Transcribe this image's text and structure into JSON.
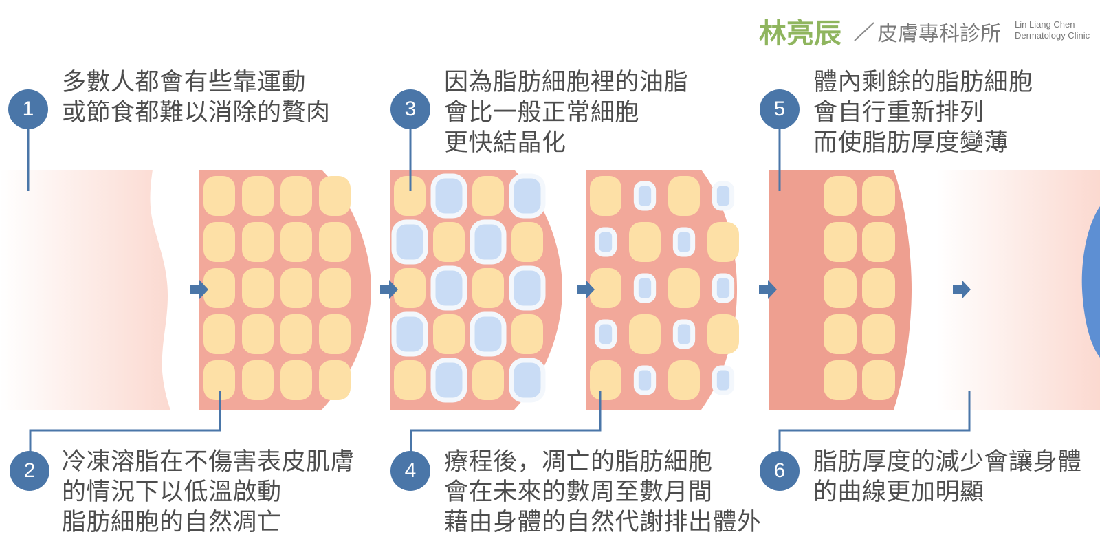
{
  "header": {
    "clinic_name": "林亮辰",
    "clinic_type": "皮膚專科診所",
    "english_line1": "Lin Liang Chen",
    "english_line2": "Dermatology Clinic"
  },
  "steps": [
    {
      "number": "1",
      "lines": [
        "多數人都會有些靠運動",
        "或節食都難以消除的贅肉"
      ]
    },
    {
      "number": "2",
      "lines": [
        "冷凍溶脂在不傷害表皮肌膚",
        "的情況下以低溫啟動",
        "脂肪細胞的自然凋亡"
      ]
    },
    {
      "number": "3",
      "lines": [
        "因為脂肪細胞裡的油脂",
        "會比一般正常細胞",
        "更快結晶化"
      ]
    },
    {
      "number": "4",
      "lines": [
        "療程後，凋亡的脂肪細胞",
        "會在未來的數周至數月間",
        "藉由身體的自然代謝排出體外"
      ]
    },
    {
      "number": "5",
      "lines": [
        "體內剩餘的脂肪細胞",
        "會自行重新排列",
        "而使脂肪厚度變薄"
      ]
    },
    {
      "number": "6",
      "lines": [
        "脂肪厚度的減少會讓身體",
        "的曲線更加明顯"
      ]
    }
  ],
  "colors": {
    "badge": "#4a76a8",
    "connector": "#4a76a8",
    "fat_cell": "#fde0a6",
    "tissue": "#f2a89a",
    "tissue_dark": "#ee9f90",
    "skin_light": "#fde4de",
    "crystal_border": "#f3f7fc",
    "crystal_fill": "#c9dcf5",
    "brand_green": "#8fb55e",
    "slim_edge": "#5d8fd3"
  }
}
